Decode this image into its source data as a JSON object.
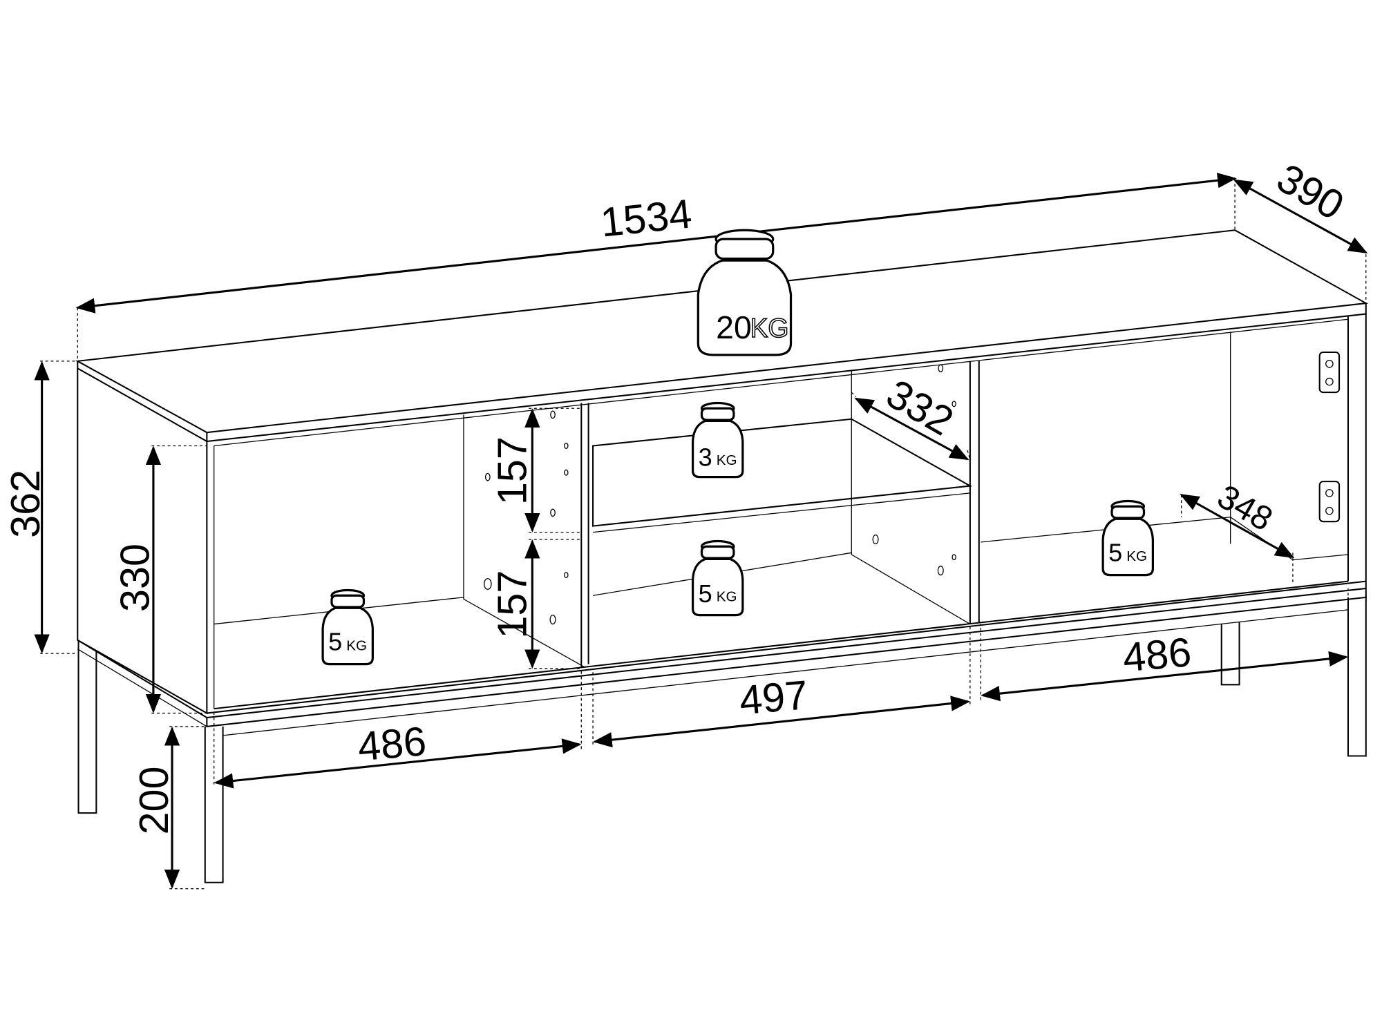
{
  "title": "TV stand dimensions diagram",
  "dimensions": {
    "total_width": "1534",
    "depth": "390",
    "body_height": "362",
    "inner_height": "330",
    "leg_height": "200",
    "shelf_upper_height": "157",
    "shelf_lower_height": "157",
    "shelf_depth": "332",
    "right_depth": "348",
    "left_width": "486",
    "middle_width": "497",
    "right_width": "486"
  },
  "load_limits": {
    "top": {
      "num": "20",
      "unit": "KG"
    },
    "middle_shelf": {
      "num": "3",
      "unit": "KG"
    },
    "middle_bottom": {
      "num": "5",
      "unit": "KG"
    },
    "left_bottom": {
      "num": "5",
      "unit": "KG"
    },
    "right_bottom": {
      "num": "5",
      "unit": "KG"
    }
  }
}
